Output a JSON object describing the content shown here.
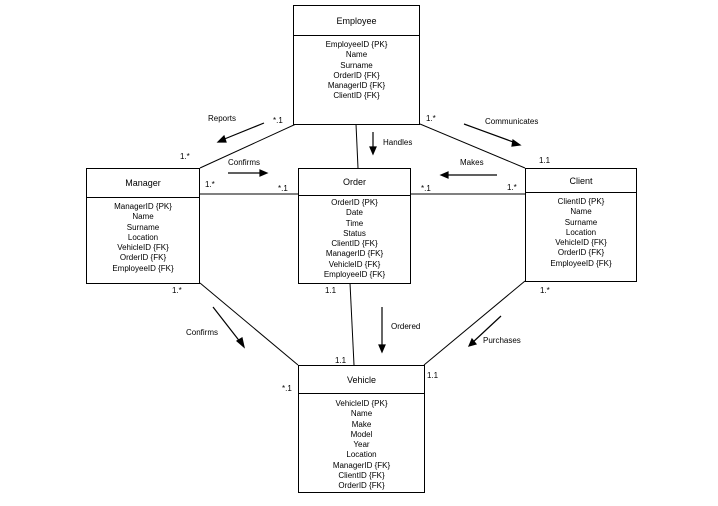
{
  "entities": {
    "employee": {
      "title": "Employee",
      "attributes": [
        "EmployeeID {PK}",
        "Name",
        "Surname",
        "OrderID {FK}",
        "ManagerID {FK}",
        "ClientID {FK}"
      ]
    },
    "manager": {
      "title": "Manager",
      "attributes": [
        "ManagerID {PK}",
        "Name",
        "Surname",
        "Location",
        "VehicleID {FK}",
        "OrderID {FK}",
        "EmployeeID {FK}"
      ]
    },
    "order": {
      "title": "Order",
      "attributes": [
        "OrderID {PK}",
        "Date",
        "Time",
        "Status",
        "ClientID {FK}",
        "ManagerID {FK}",
        "VehicleID {FK}",
        "EmployeeID {FK}"
      ]
    },
    "client": {
      "title": "Client",
      "attributes": [
        "ClientID {PK}",
        "Name",
        "Surname",
        "Location",
        "VehicleID {FK}",
        "OrderID {FK}",
        "EmployeeID {FK}"
      ]
    },
    "vehicle": {
      "title": "Vehicle",
      "attributes": [
        "VehicleID {PK}",
        "Name",
        "Make",
        "Model",
        "Year",
        "Location",
        "ManagerID {FK}",
        "ClientID {FK}",
        "OrderID {FK}"
      ]
    }
  },
  "relationships": {
    "reports": "Reports",
    "communicates": "Communicates",
    "handles": "Handles",
    "confirms_top": "Confirms",
    "makes": "Makes",
    "confirms_bottom": "Confirms",
    "ordered": "Ordered",
    "purchases": "Purchases"
  },
  "multiplicities": {
    "emp_reports": "*.1",
    "mgr_reports": "1.*",
    "emp_communicates": "1.*",
    "client_communicates": "1.1",
    "mgr_confirms": "1.*",
    "order_confirms": "*.1",
    "order_makes": "*.1",
    "client_makes": "1.*",
    "mgr_vehicle": "1.*",
    "vehicle_mgr": "*.1",
    "order_vehicle": "1.1",
    "vehicle_order": "1.1",
    "client_vehicle": "1.*",
    "vehicle_client": "1.1"
  }
}
